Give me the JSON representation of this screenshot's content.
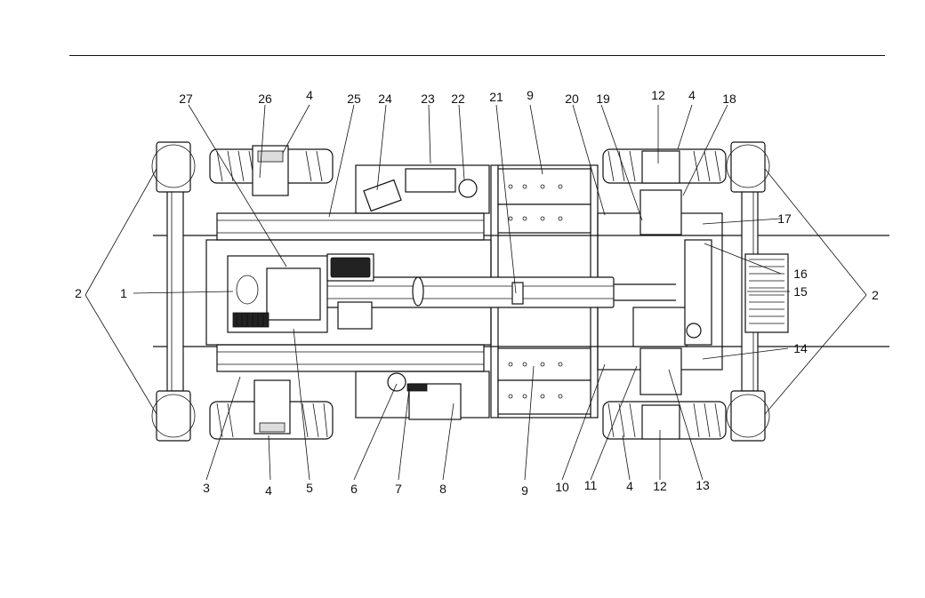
{
  "diagram": {
    "description_labels": [],
    "callouts": [
      {
        "id": "c1",
        "text": "1"
      },
      {
        "id": "c2l",
        "text": "2"
      },
      {
        "id": "c2r",
        "text": "2"
      },
      {
        "id": "c3",
        "text": "3"
      },
      {
        "id": "c4a",
        "text": "4"
      },
      {
        "id": "c4b",
        "text": "4"
      },
      {
        "id": "c4c",
        "text": "4"
      },
      {
        "id": "c4d",
        "text": "4"
      },
      {
        "id": "c5",
        "text": "5"
      },
      {
        "id": "c6",
        "text": "6"
      },
      {
        "id": "c7",
        "text": "7"
      },
      {
        "id": "c8",
        "text": "8"
      },
      {
        "id": "c9a",
        "text": "9"
      },
      {
        "id": "c9b",
        "text": "9"
      },
      {
        "id": "c10",
        "text": "10"
      },
      {
        "id": "c11",
        "text": "11"
      },
      {
        "id": "c12a",
        "text": "12"
      },
      {
        "id": "c12b",
        "text": "12"
      },
      {
        "id": "c13",
        "text": "13"
      },
      {
        "id": "c14",
        "text": "14"
      },
      {
        "id": "c15",
        "text": "15"
      },
      {
        "id": "c16",
        "text": "16"
      },
      {
        "id": "c17",
        "text": "17"
      },
      {
        "id": "c18",
        "text": "18"
      },
      {
        "id": "c19",
        "text": "19"
      },
      {
        "id": "c20",
        "text": "20"
      },
      {
        "id": "c21",
        "text": "21"
      },
      {
        "id": "c22",
        "text": "22"
      },
      {
        "id": "c23",
        "text": "23"
      },
      {
        "id": "c24",
        "text": "24"
      },
      {
        "id": "c25",
        "text": "25"
      },
      {
        "id": "c26",
        "text": "26"
      },
      {
        "id": "c27",
        "text": "27"
      }
    ]
  }
}
